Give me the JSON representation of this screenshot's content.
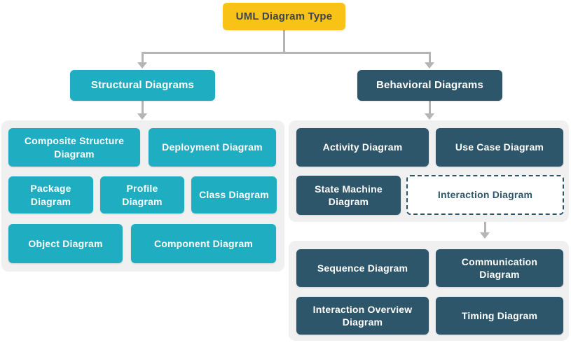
{
  "nodes": {
    "root": "UML Diagram Type",
    "structural": "Structural Diagrams",
    "behavioral": "Behavioral Diagrams",
    "composite_structure": "Composite Structure Diagram",
    "deployment": "Deployment Diagram",
    "package": "Package Diagram",
    "profile": "Profile Diagram",
    "class": "Class Diagram",
    "object": "Object Diagram",
    "component": "Component Diagram",
    "activity": "Activity Diagram",
    "use_case": "Use Case Diagram",
    "state_machine": "State Machine Diagram",
    "interaction": "Interaction Diagram",
    "sequence": "Sequence Diagram",
    "communication": "Communication Diagram",
    "interaction_overview": "Interaction Overview Diagram",
    "timing": "Timing Diagram"
  },
  "colors": {
    "canvas-bg": "#ffffff",
    "root-bg": "#F9C216",
    "root-text": "#3D444D",
    "teal": "#1FAEC1",
    "dark": "#2E566B",
    "group-bg": "#F0F0F0",
    "connector": "#B5B5B5",
    "node-text": "#ffffff"
  }
}
